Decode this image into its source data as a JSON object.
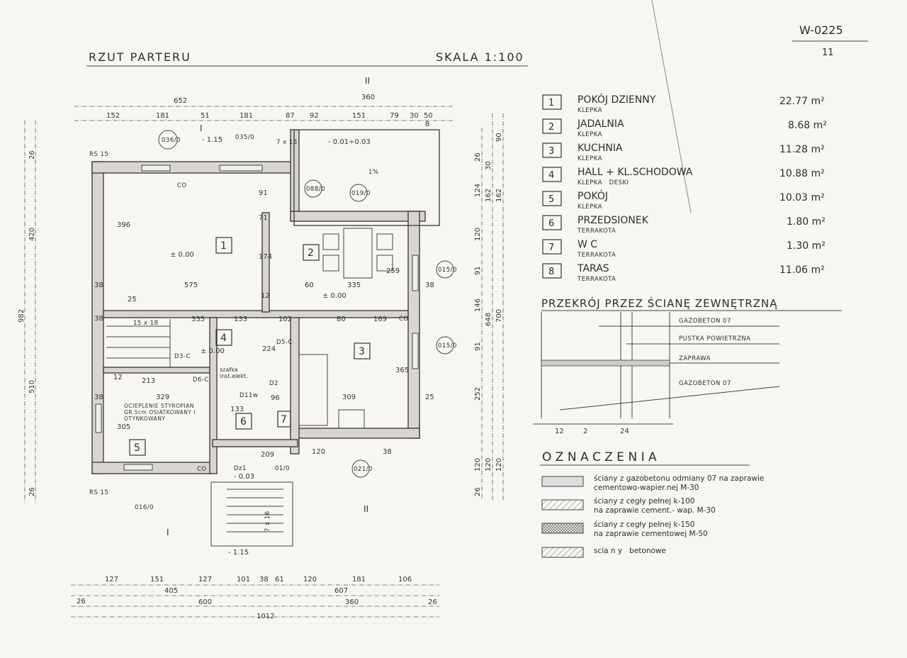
{
  "title_block": {
    "code": "W-0225",
    "sheet": "11"
  },
  "heading": {
    "title": "RZUT PARTERU",
    "scale": "SKALA 1:100"
  },
  "rooms": [
    {
      "no": "1",
      "name": "POKÓJ DZIENNY",
      "floor": "KLEPKA",
      "area": "22.77 m²"
    },
    {
      "no": "2",
      "name": "JADALNIA",
      "floor": "KLEPKA",
      "area": "8.68 m²"
    },
    {
      "no": "3",
      "name": "KUCHNIA",
      "floor": "KLEPKA",
      "area": "11.28 m²"
    },
    {
      "no": "4",
      "name": "HALL + KL.SCHODOWA",
      "floor": "KLEPKA   DESKI",
      "area": "10.88 m²"
    },
    {
      "no": "5",
      "name": "POKÓJ",
      "floor": "KLEPKA",
      "area": "10.03 m²"
    },
    {
      "no": "6",
      "name": "PRZEDSIONEK",
      "floor": "TERRAKOTA",
      "area": "1.80 m²"
    },
    {
      "no": "7",
      "name": "W C",
      "floor": "TERRAKOTA",
      "area": "1.30 m²"
    },
    {
      "no": "8",
      "name": "TARAS",
      "floor": "TERRAKOTA",
      "area": "11.06 m²"
    }
  ],
  "section": {
    "title": "PRZEKRÓJ PRZEZ ŚCIANĘ ZEWNĘTRZNĄ",
    "layers": [
      "GAZOBETON 07",
      "PUSTKA POWIETRZNA",
      "ZAPRAWA",
      "GAZOBETON 07"
    ],
    "dims": [
      "12",
      "2",
      "24"
    ]
  },
  "legend": {
    "title": "O Z N A C Z E N I A",
    "items": [
      {
        "l1": "ściany z gazobetonu odmiany 07 na zaprawie",
        "l2": "cementowo-wapier.nej M-30"
      },
      {
        "l1": "ściany z cegły pełnej k-100",
        "l2": "na zaprawie cement.- wap. M-30"
      },
      {
        "l1": "ściany z cegły pełnej k-150",
        "l2": "na zaprawie cementowej M-50"
      },
      {
        "l1": "scia n y   betonowe",
        "l2": ""
      }
    ]
  },
  "plan": {
    "dims_top_total": [
      "652",
      "360"
    ],
    "dims_top": [
      "152",
      "181",
      "51",
      "181",
      "87",
      "92",
      "151",
      "79",
      "30",
      "50",
      "8"
    ],
    "dims_bottom_row1": [
      "127",
      "151",
      "127",
      "101",
      "38",
      "61",
      "120",
      "181",
      "106"
    ],
    "dims_bottom_row2": [
      "405",
      "607"
    ],
    "dims_bottom_row3": [
      "26",
      "600",
      "360",
      "26"
    ],
    "dims_bottom_total": "1012",
    "dims_left": [
      "26",
      "420",
      "510",
      "26"
    ],
    "dims_left_total": "982",
    "dims_right_a": [
      "26",
      "124",
      "120",
      "91",
      "146",
      "91",
      "252",
      "120",
      "26"
    ],
    "dims_right_b": [
      "30",
      "162",
      "648",
      "120"
    ],
    "dims_right_c": [
      "90",
      "162",
      "700",
      "120"
    ],
    "interior_dims": [
      "396",
      "575",
      "174",
      "71",
      "91",
      "335",
      "259",
      "120",
      "335",
      "133",
      "102",
      "80",
      "169",
      "224",
      "365",
      "309",
      "329",
      "305",
      "213",
      "133",
      "96",
      "209",
      "38",
      "38",
      "38",
      "38",
      "25",
      "25",
      "60",
      "12"
    ],
    "levels": [
      "± 0.00",
      "± 0.00",
      "± 0.00",
      "- 1.15",
      "- 0.01÷0.03",
      "- 0.03",
      "- 1.15"
    ],
    "marks": [
      "036/0",
      "035/0",
      "088/0",
      "019/0",
      "015/0",
      "015/0",
      "016/0",
      "021/0",
      "01/0",
      "D3-C",
      "D6-C",
      "D5-C",
      "D2",
      "D11w",
      "Dz1",
      "CO",
      "CO",
      "CO",
      "RS 15",
      "RS 15",
      "7 x 16",
      "15 x 18",
      "7 x 16",
      "1%"
    ],
    "notes": [
      "OCIEPLENIE STYROPIAN GR.5cm OSIATKOWANY I OTYNKOWANY",
      "szafka inst.elekt."
    ],
    "section_mark": "II",
    "section_mark_2": "I"
  }
}
